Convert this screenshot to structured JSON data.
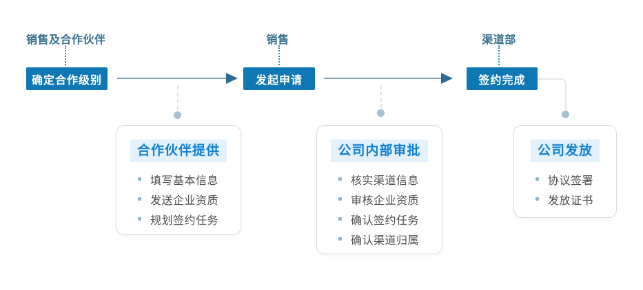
{
  "palette": {
    "node_blue": "#0e78b4",
    "department_label_blue": "#35708e",
    "card_title_blue": "#1280d2",
    "card_title_bg": "#e2f1fb",
    "arrow_line": "#7fa0b4",
    "arrow_head": "#2e6b94",
    "dot_blue_gray": "#a6c1d1",
    "item_text": "#4f4f4f"
  },
  "stages": [
    {
      "department": "销售及合作伙伴",
      "action": "确定合作级别"
    },
    {
      "department": "销售",
      "action": "发起申请"
    },
    {
      "department": "渠道部",
      "action": "签约完成"
    }
  ],
  "cards": [
    {
      "title": "合作伙伴提供",
      "items": [
        "填写基本信息",
        "发送企业资质",
        "规划签约任务"
      ]
    },
    {
      "title": "公司内部审批",
      "items": [
        "核实渠道信息",
        "审核企业资质",
        "确认签约任务",
        "确认渠道归属"
      ]
    },
    {
      "title": "公司发放",
      "items": [
        "协议签署",
        "发放证书"
      ]
    }
  ]
}
